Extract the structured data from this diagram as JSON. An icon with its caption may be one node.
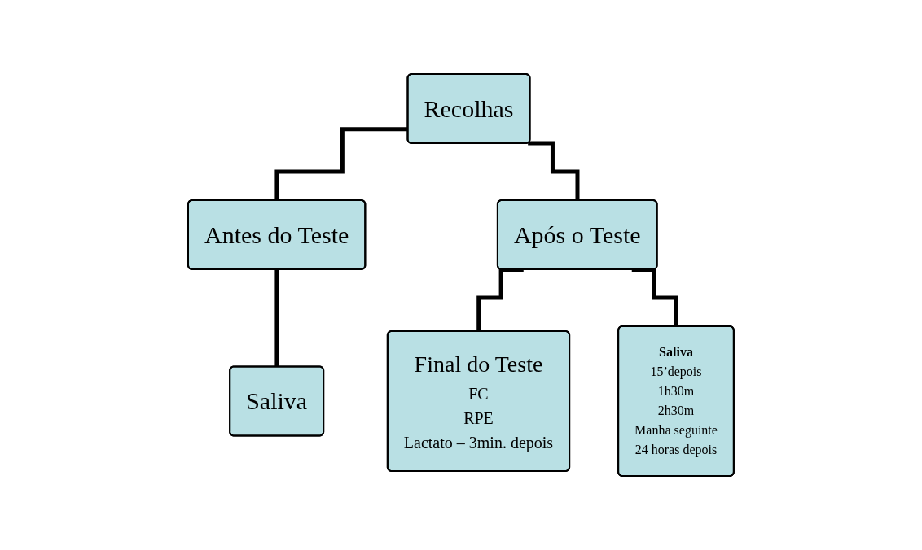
{
  "diagram": {
    "nodes": [
      {
        "text": [
          "Recolhas"
        ]
      },
      {
        "text": [
          "Antes do Teste"
        ]
      },
      {
        "text": [
          "Após o Teste"
        ]
      },
      {
        "text": [
          "Saliva"
        ]
      },
      {
        "text": [
          "Final do Teste",
          "FC",
          "RPE",
          "Lactato – 3min. depois"
        ]
      },
      {
        "text": [
          "Saliva",
          "15’depois",
          "1h30m",
          "2h30m",
          "Manha seguinte",
          "24 horas depois"
        ]
      }
    ],
    "edges": [
      {
        "from": 0,
        "to": 1,
        "arrow": "none"
      },
      {
        "from": 0,
        "to": 2,
        "arrow": "none"
      },
      {
        "from": 1,
        "to": 3,
        "arrow": "none"
      },
      {
        "from": 2,
        "to": 4,
        "arrow": "none"
      },
      {
        "from": 2,
        "to": 5,
        "arrow": "none"
      }
    ]
  }
}
